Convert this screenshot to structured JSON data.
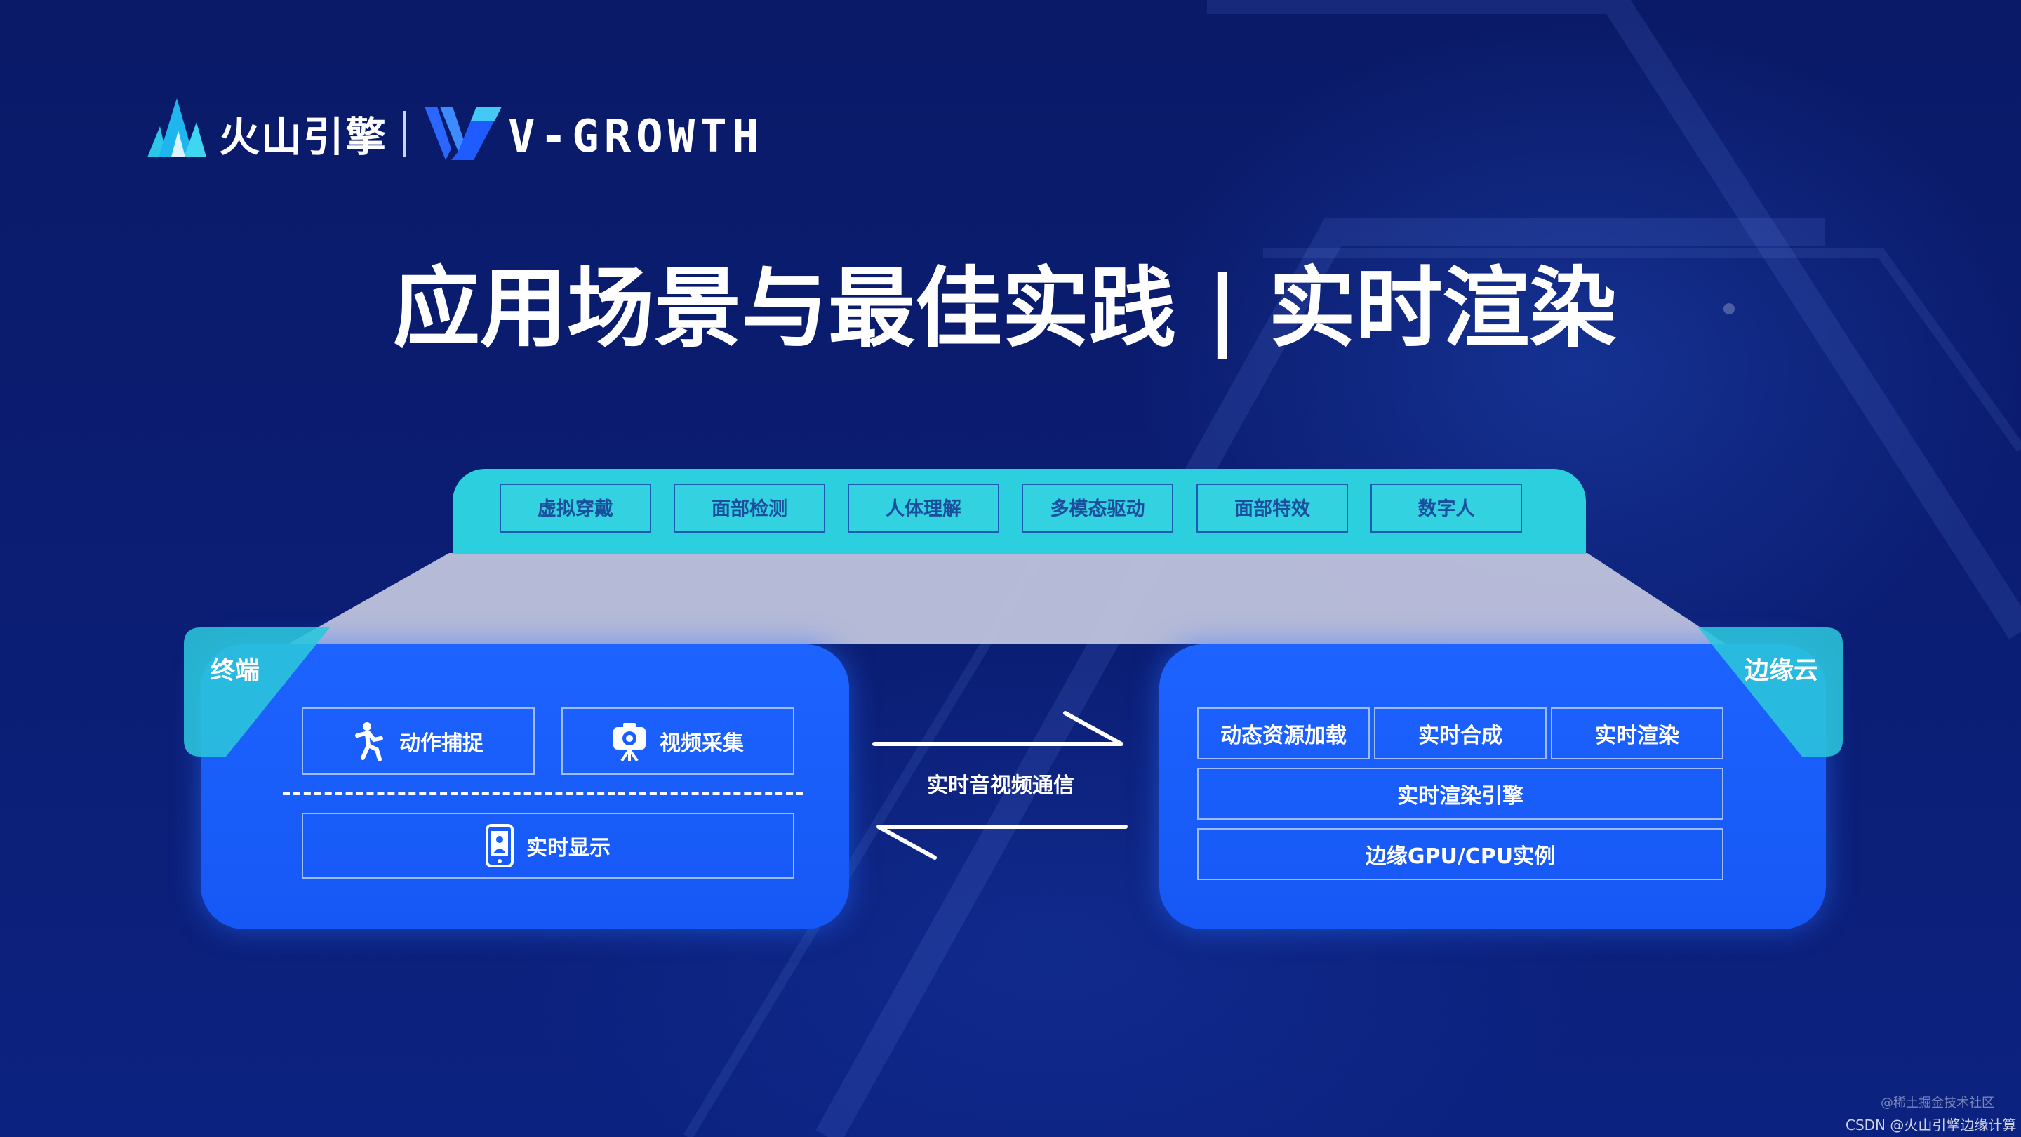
{
  "header": {
    "brand_name": "火山引擎",
    "vgrowth_text": "V-GROWTH"
  },
  "title": "应用场景与最佳实践 | 实时渲染",
  "top_tags": [
    "虚拟穿戴",
    "面部检测",
    "人体理解",
    "多模态驱动",
    "面部特效",
    "数字人"
  ],
  "terminal": {
    "label": "终端",
    "items": {
      "motion_capture": "动作捕捉",
      "video_capture": "视频采集",
      "realtime_display": "实时显示"
    }
  },
  "link": {
    "label": "实时音视频通信"
  },
  "edge_cloud": {
    "label": "边缘云",
    "row1": [
      "动态资源加载",
      "实时合成",
      "实时渲染"
    ],
    "engine": "实时渲染引擎",
    "instance": "边缘GPU/CPU实例"
  },
  "credits": {
    "line1": "@稀土掘金技术社区",
    "line2": "CSDN @火山引擎边缘计算"
  },
  "colors": {
    "background": "#0b1d72",
    "panel_blue": "#1a5eff",
    "platform_cyan": "#2bcfdd",
    "corner_cyan": "#2bc6dc",
    "trapezoid": "#c4c8df"
  }
}
